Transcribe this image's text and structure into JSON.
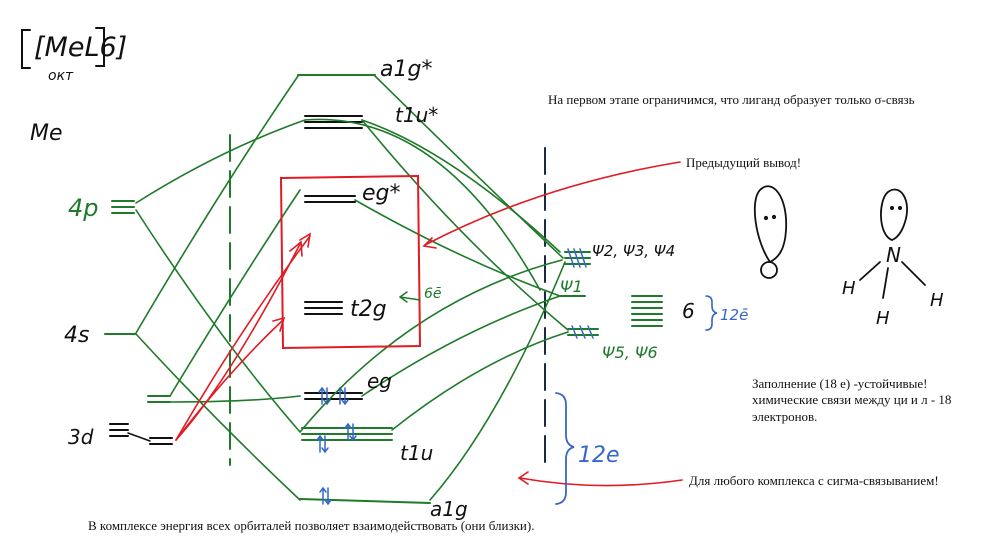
{
  "colors": {
    "green": "#1f7a2a",
    "red": "#e01b24",
    "blue": "#3566c8",
    "dark": "#1a2a40",
    "black": "#111111"
  },
  "header": {
    "complex": "[MeL6]",
    "subscript": "окт",
    "metal": "Me"
  },
  "metal_orbitals": {
    "p": "4p",
    "s": "4s",
    "d": "3d"
  },
  "mo_levels": {
    "a1g_star": "a1g*",
    "t1u_star": "t1u*",
    "eg_star": "eg*",
    "t2g": "t2g",
    "eg": "eg",
    "t1u": "t1u",
    "a1g": "a1g"
  },
  "ligand_orbitals": {
    "top": "Ψ2, Ψ3, Ψ4",
    "mid": "Ψ1",
    "bottom": "Ψ5, Ψ6",
    "count": "6",
    "electrons": "12ē"
  },
  "annotations": {
    "t2g_electrons": "6ē",
    "bonding_electrons": "12e"
  },
  "molecules": {
    "n_atom": "N",
    "h_atom": "H"
  },
  "notes": {
    "sigma": "На первом этапе ограничимся, что лиганд образует только σ-связь",
    "previous": "Предыдущий вывод!",
    "filling_1": "Заполнение (18 е) -устойчивые!",
    "filling_2": "химические связи между ци и л - 18",
    "filling_3": "электронов.",
    "any_complex": "Для любого комплекса с сигма-связыванием!",
    "energy": "В комплексе энергия всех орбиталей позволяет взаимодействовать (они близки)."
  }
}
